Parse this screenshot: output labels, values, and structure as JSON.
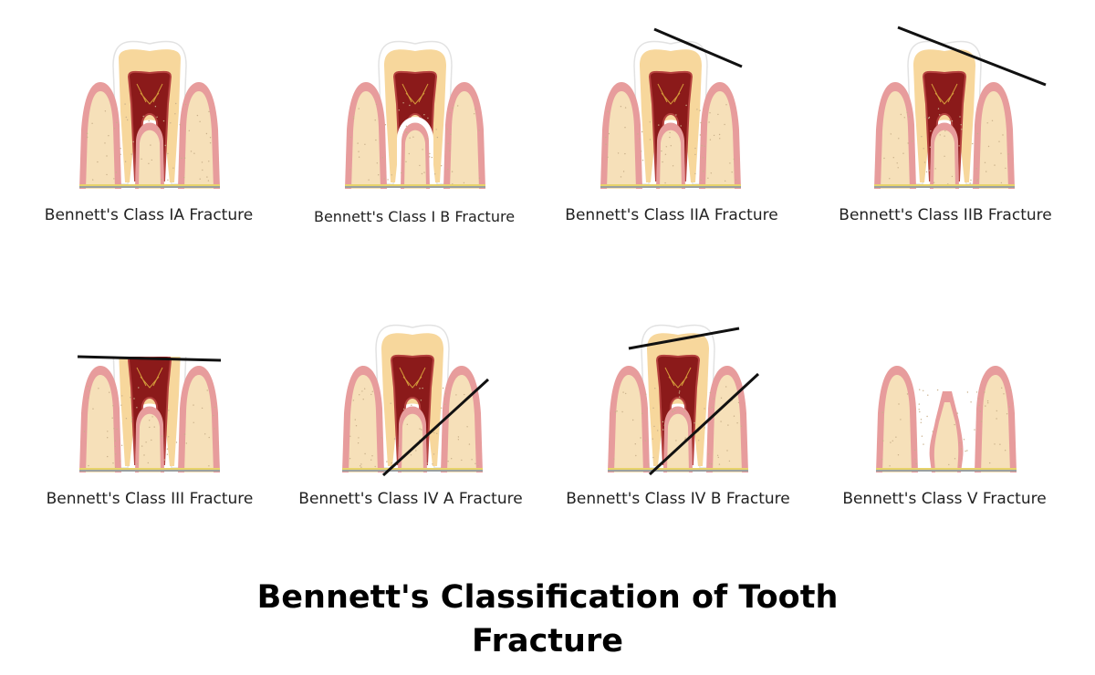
{
  "title": {
    "line1": "Bennett's Classification of Tooth",
    "line2": "Fracture"
  },
  "diagrams": [
    {
      "label": "Bennett's Class IA Fracture",
      "variant": "ia"
    },
    {
      "label": "Bennett's Class I B Fracture",
      "variant": "ib"
    },
    {
      "label": "Bennett's Class IIA Fracture",
      "variant": "iia"
    },
    {
      "label": "Bennett's Class IIB Fracture",
      "variant": "iib"
    },
    {
      "label": "Bennett's Class III Fracture",
      "variant": "iii"
    },
    {
      "label": "Bennett's Class IV A Fracture",
      "variant": "iva"
    },
    {
      "label": "Bennett's Class IV B Fracture",
      "variant": "ivb"
    },
    {
      "label": "Bennett's Class V Fracture",
      "variant": "v"
    }
  ],
  "colors": {
    "gum": "#e79c9c",
    "bone": "#f6e0b9",
    "dentin": "#f7d79c",
    "pulp": "#8b1a1a",
    "line": "#111111"
  }
}
